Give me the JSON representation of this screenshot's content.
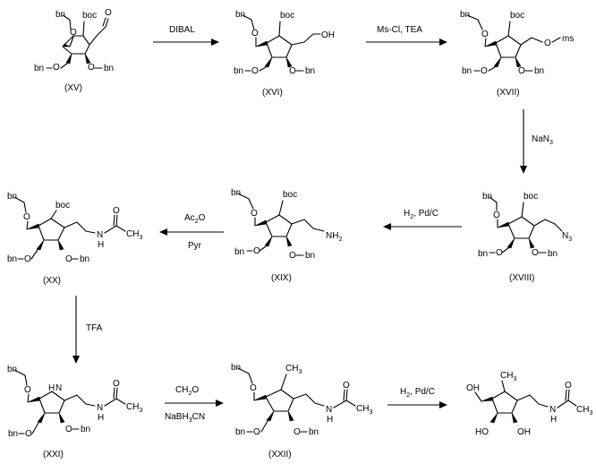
{
  "compounds": [
    {
      "label": "(XV)",
      "atoms": {
        "n_sub": "boc",
        "ald_o": "O",
        "ch2o_o": "O",
        "ch2o_bn": "bn",
        "o3": "O",
        "bn3": "bn",
        "o4": "O",
        "bn4": "bn"
      }
    },
    {
      "label": "(XVI)",
      "atoms": {
        "n_sub": "boc",
        "oh": "OH",
        "ch2o_o": "O",
        "ch2o_bn": "bn",
        "o3": "O",
        "bn3": "bn",
        "o4": "O",
        "bn4": "bn"
      }
    },
    {
      "label": "(XVII)",
      "atoms": {
        "n_sub": "boc",
        "o_ms": "O",
        "ms": "ms",
        "ch2o_o": "O",
        "ch2o_bn": "bn",
        "o3": "O",
        "bn3": "bn",
        "o4": "O",
        "bn4": "bn"
      }
    },
    {
      "label": "(XVIII)",
      "atoms": {
        "n_sub": "boc",
        "n3": "N",
        "n3_sub": "3",
        "ch2o_o": "O",
        "ch2o_bn": "bn",
        "o3": "O",
        "bn3": "bn",
        "o4": "O",
        "bn4": "bn"
      }
    },
    {
      "label": "(XIX)",
      "atoms": {
        "n_sub": "boc",
        "nh2": "NH",
        "nh2_sub": "2",
        "ch2o_o": "O",
        "ch2o_bn": "bn",
        "o3": "O",
        "bn3": "bn",
        "o4": "O",
        "bn4": "bn"
      }
    },
    {
      "label": "(XX)",
      "atoms": {
        "n_sub": "boc",
        "nh": "N",
        "nh_h": "H",
        "o_c": "O",
        "ch3": "CH",
        "ch3_sub": "3",
        "ch2o_o": "O",
        "ch2o_bn": "bn",
        "o3": "O",
        "bn3": "bn",
        "o4": "O",
        "bn4": "bn"
      }
    },
    {
      "label": "(XXI)",
      "atoms": {
        "ring_n": "N",
        "ring_h": "H",
        "nh": "N",
        "nh_h": "H",
        "o_c": "O",
        "ch3": "CH",
        "ch3_sub": "3",
        "ch2o_o": "O",
        "ch2o_bn": "bn",
        "o3": "O",
        "bn3": "bn",
        "o4": "O",
        "bn4": "bn"
      }
    },
    {
      "label": "(XXII)",
      "atoms": {
        "n_sub": "CH",
        "n_sub_sub": "3",
        "nh": "N",
        "nh_h": "H",
        "o_c": "O",
        "ch3": "CH",
        "ch3_sub": "3",
        "ch2o_o": "O",
        "ch2o_bn": "bn",
        "o3": "O",
        "bn3": "bn",
        "o4": "O",
        "bn4": "bn"
      }
    },
    {
      "label": "",
      "atoms": {
        "n_sub": "CH",
        "n_sub_sub": "3",
        "nh": "N",
        "nh_h": "H",
        "o_c": "O",
        "ch3": "CH",
        "ch3_sub": "3",
        "oh_top": "OH",
        "oh3": "HO",
        "oh4": "OH"
      }
    }
  ],
  "reagents": {
    "r1": "DIBAL",
    "r2": "Ms-Cl,  TEA",
    "r3_main": "NaN",
    "r3_sub": "3",
    "r4_h": "H",
    "r4_sub": "2",
    "r4_rest": ", Pd/C",
    "r5_top_main": "Ac",
    "r5_top_sub": "2",
    "r5_top_rest": "O",
    "r5_bottom": "Pyr",
    "r6": "TFA",
    "r7_top_main": "CH",
    "r7_top_sub": "2",
    "r7_top_rest": "O",
    "r7_bottom_a": "NaBH",
    "r7_bottom_sub": "3",
    "r7_bottom_b": "CN",
    "r8_h": "H",
    "r8_sub": "2",
    "r8_rest": ", Pd/C"
  }
}
